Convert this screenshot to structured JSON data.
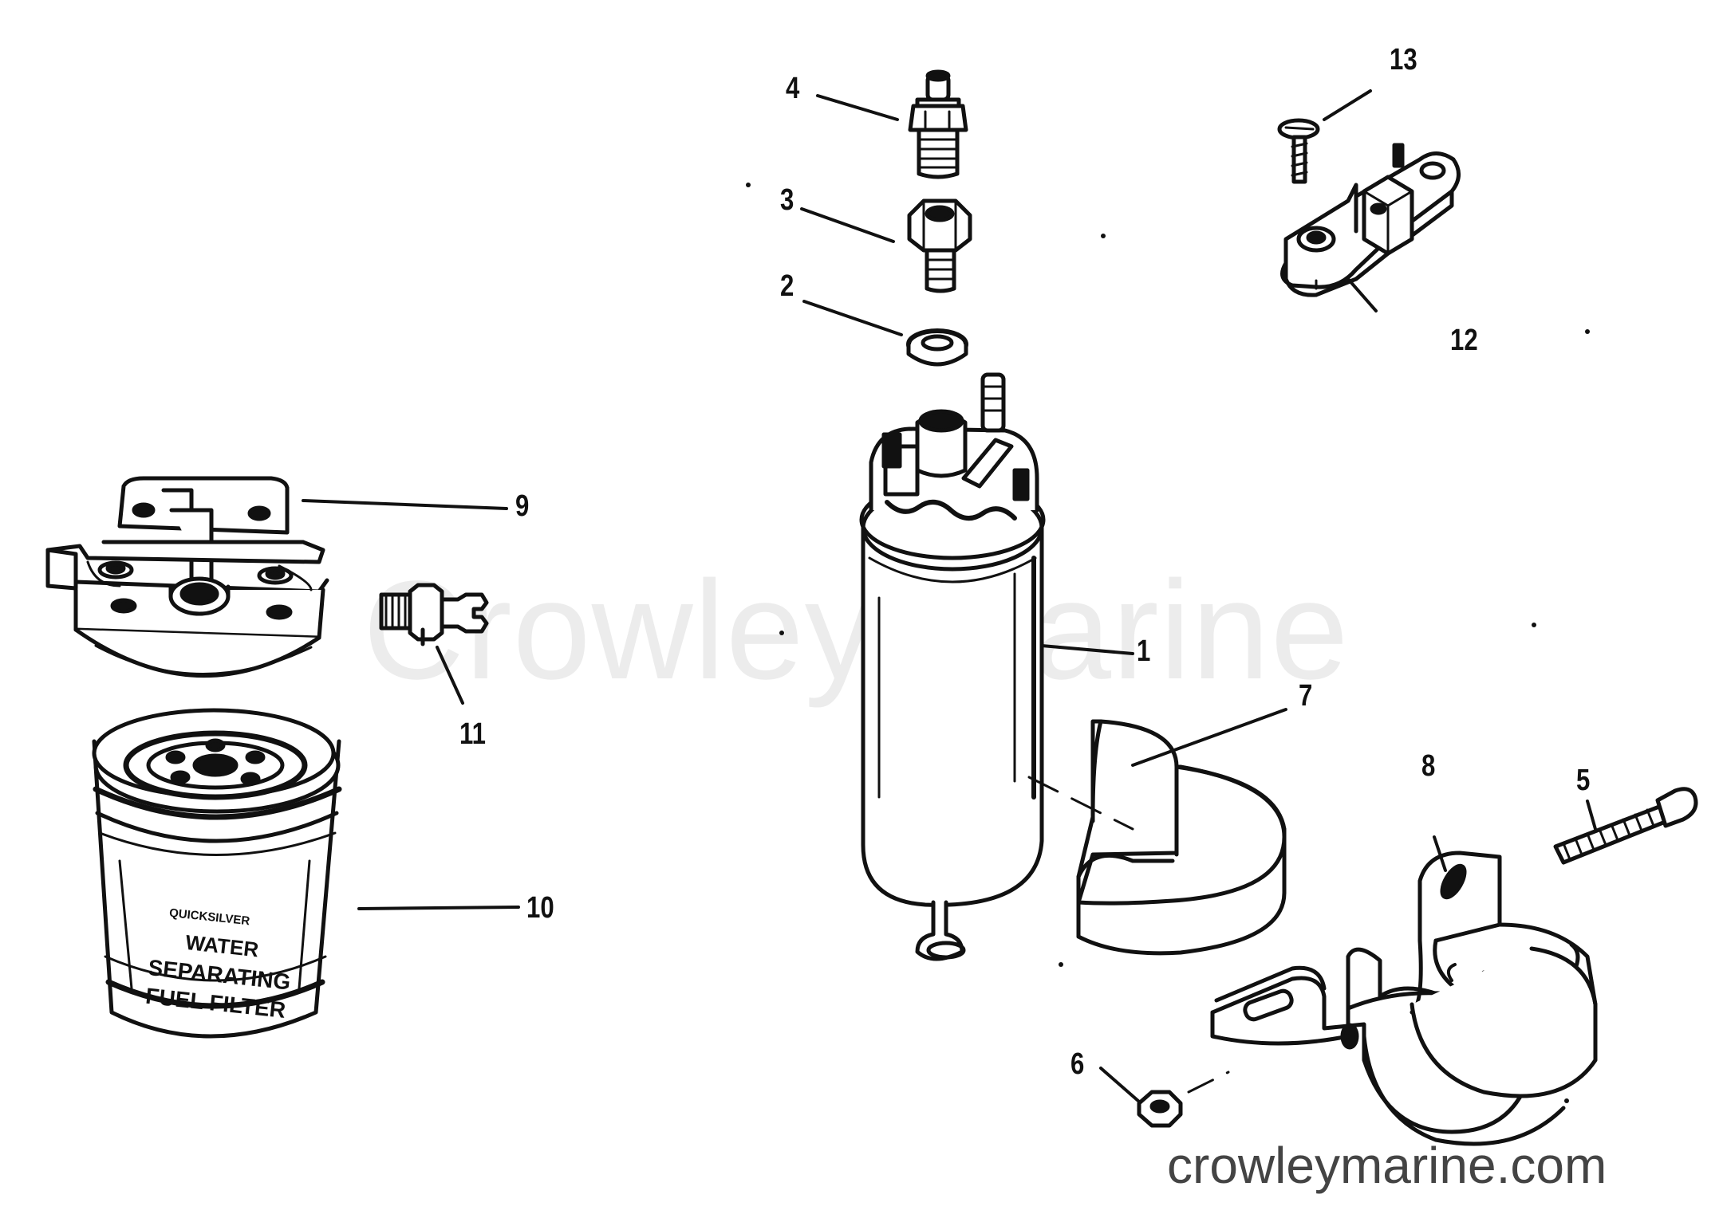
{
  "watermark_text": "Crowley Marine",
  "site_url": "crowleymarine.com",
  "callouts": {
    "c1": "1",
    "c2": "2",
    "c3": "3",
    "c4": "4",
    "c5": "5",
    "c6": "6",
    "c7": "7",
    "c8": "8",
    "c9": "9",
    "c10": "10",
    "c11": "11",
    "c12": "12",
    "c13": "13"
  },
  "filter_label": {
    "brand": "QUICKSILVER",
    "line1": "WATER",
    "line2": "SEPARATING",
    "line3": "FUEL FILTER"
  },
  "colors": {
    "ink": "#111111",
    "watermark": "#ececec",
    "url": "#444444"
  }
}
